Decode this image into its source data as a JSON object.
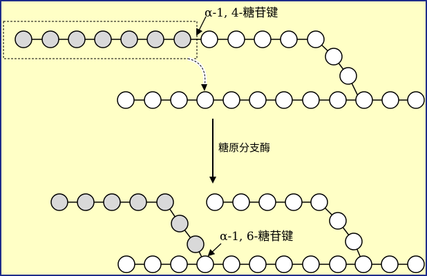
{
  "labels": {
    "alpha14": "α-1, 4-糖苷键",
    "enzyme": "糖原分支酶",
    "alpha16": "α-1, 6-糖苷键"
  },
  "colors": {
    "background": "#ffffc6",
    "border": "#1f2d8a",
    "residue_grey": "#d9d9d9",
    "residue_white": "#ffffff",
    "stroke": "#000000"
  }
}
